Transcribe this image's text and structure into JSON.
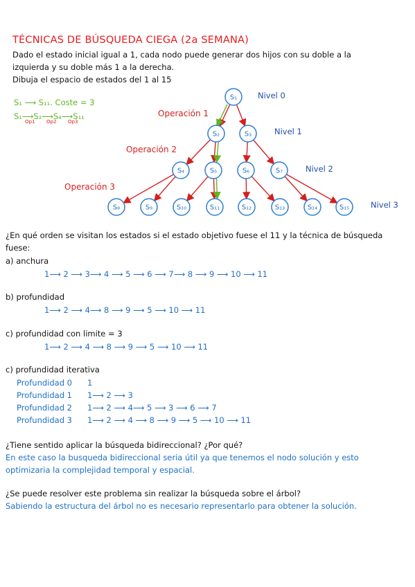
{
  "title": "TÉCNICAS DE BÚSQUEDA CIEGA (2a SEMANA)",
  "intro": {
    "line1": "Dado el estado inicial igual a 1, cada nodo puede generar dos hijos con su doble a la",
    "line2": "izquierda y su doble más 1 a la derecha.",
    "line3": "Dibuja el espacio de estados del 1 al 15"
  },
  "side_note": {
    "line1": "S₁ ⟶ S₁₁. Coste = 3",
    "line2_parts": [
      "S₁",
      "S₂",
      "S₄",
      "S₁₁"
    ],
    "ops": [
      "Op1",
      "Op2",
      "Op3"
    ]
  },
  "tree": {
    "nodes": [
      "S₁",
      "S₂",
      "S₃",
      "S₄",
      "S₅",
      "S₆",
      "S₇",
      "S₈",
      "S₉",
      "S₁₀",
      "S₁₁",
      "S₁₂",
      "S₁₃",
      "S₁₄",
      "S₁₅"
    ],
    "levels": [
      "Nivel 0",
      "Nivel 1",
      "Nivel 2",
      "Nivel 3"
    ],
    "operations": [
      "Operación 1",
      "Operación 2",
      "Operación 3"
    ],
    "colors": {
      "node_stroke": "#2f7fd0",
      "edge": "#d42020",
      "path": "#5cb820"
    }
  },
  "question1": {
    "line1": "¿En qué orden se visitan los estados si el estado objetivo fuese el 11 y la técnica de búsqueda",
    "line2": "fuese:"
  },
  "answers": {
    "a_label": "a) anchura",
    "a_seq": "1⟶ 2 ⟶ 3⟶ 4 ⟶ 5 ⟶ 6 ⟶ 7⟶ 8 ⟶ 9 ⟶ 10 ⟶ 11",
    "b_label": "b) profundidad",
    "b_seq": "1⟶ 2 ⟶ 4⟶ 8 ⟶ 9 ⟶ 5 ⟶ 10 ⟶ 11",
    "c_label": "c) profundidad con limite = 3",
    "c_seq": "1⟶ 2 ⟶ 4 ⟶ 8 ⟶ 9 ⟶ 5 ⟶ 10 ⟶ 11",
    "d_label": "c) profundidad iterativa",
    "iter": [
      {
        "label": "Profundidad 0",
        "seq": "1"
      },
      {
        "label": "Profundidad 1",
        "seq": "1⟶ 2 ⟶ 3"
      },
      {
        "label": "Profundidad 2",
        "seq": "1⟶ 2 ⟶ 4⟶ 5 ⟶ 3 ⟶ 6 ⟶ 7"
      },
      {
        "label": "Profundidad 3",
        "seq": "1⟶ 2 ⟶ 4 ⟶ 8 ⟶ 9 ⟶ 5 ⟶ 10 ⟶ 11"
      }
    ]
  },
  "question2": {
    "q": "¿Tiene sentido aplicar la búsqueda bidireccional? ¿Por qué?",
    "a1": "En este caso la busqueda bidireccional seria útil ya que tenemos el nodo solución y esto",
    "a2": "optimizaria la complejidad temporal y espacial."
  },
  "question3": {
    "q": "¿Se puede resolver este problema sin realizar la búsqueda sobre el árbol?",
    "a": "Sabiendo la estructura del árbol no es necesario representarlo para obtener la solución."
  }
}
